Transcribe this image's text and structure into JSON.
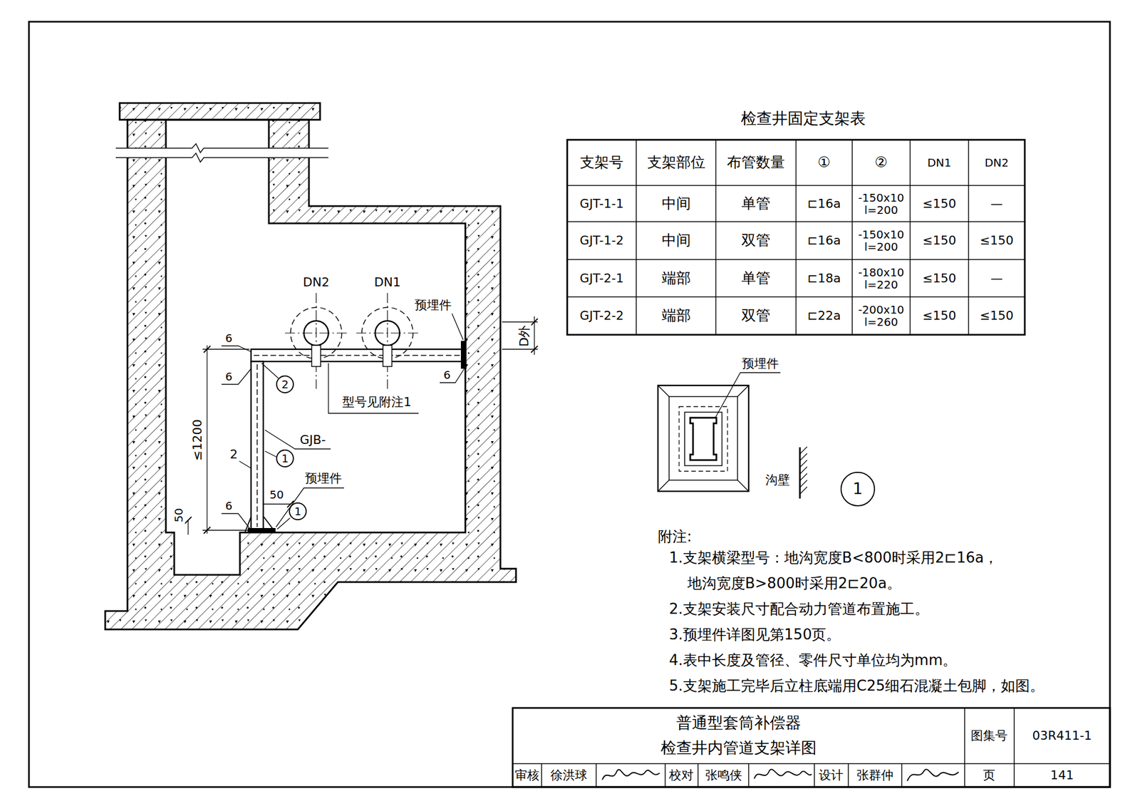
{
  "diagram": {
    "title": "普通型套筒补偿器 检查井内管道支架详图",
    "nodes": [
      {
        "text": [
          "2"
        ]
      },
      {
        "text": [
          "1"
        ]
      },
      {
        "text": [
          "1"
        ]
      },
      {
        "text": [
          "1"
        ]
      }
    ],
    "labels": [
      "DN2",
      "DN1",
      "预埋件",
      "D外",
      "6",
      "6",
      "6",
      "6",
      "型号见附注1",
      "≤1200",
      "2",
      "GJB-",
      "预埋件",
      "50",
      "50",
      "检查井固定支架表",
      "支架号",
      "支架部位",
      "布管数量",
      "①",
      "②",
      "DN1",
      "DN2",
      "GJT-1-1",
      "中间",
      "单管",
      "⊏16a",
      "-150x10 l=200",
      "≤150",
      "—",
      "GJT-1-2",
      "中间",
      "双管",
      "⊏16a",
      "-150x10 l=200",
      "≤150",
      "≤150",
      "GJT-2-1",
      "端部",
      "单管",
      "⊏18a",
      "-180x10 l=220",
      "≤150",
      "—",
      "GJT-2-2",
      "端部",
      "双管",
      "⊏22a",
      "-200x10 l=260",
      "≤150",
      "≤150",
      "预埋件",
      "沟壁",
      "附注:",
      "1.支架横梁型号：地沟宽度B<800时采用2⊏16a， 地沟宽度B>800时采用2⊏20a。",
      "2.支架安装尺寸配合动力管道布置施工。",
      "3.预埋件详图见第150页。",
      "4.表中长度及管径、零件尺寸单位均为mm。",
      "5.支架施工完毕后立柱底端用C25细石混凝土包脚，如图。",
      "图集号",
      "03R411-1",
      "审核",
      "徐洪球",
      "校对",
      "张鸣侠",
      "设计",
      "张群仲",
      "页",
      "141"
    ]
  }
}
